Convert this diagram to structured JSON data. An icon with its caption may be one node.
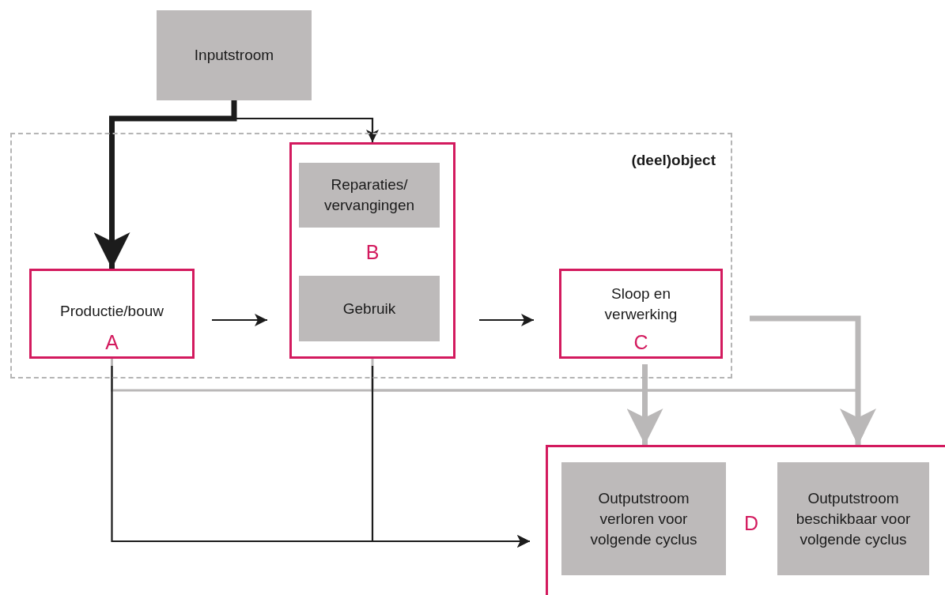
{
  "diagram": {
    "nodes": [
      {
        "text": [
          "Inputstroom"
        ]
      },
      {
        "text": [
          "(deel)object"
        ]
      },
      {
        "text": [
          "Productie/bouw",
          "A"
        ],
        "in": 1
      },
      {
        "text": [
          "B"
        ],
        "in": 1
      },
      {
        "text": [
          "Reparaties/ vervangingen"
        ],
        "in": 3
      },
      {
        "text": [
          "Gebruik"
        ],
        "in": 3
      },
      {
        "text": [
          "Sloop en verwerking",
          "C"
        ],
        "in": 1
      },
      {
        "text": [
          "D"
        ]
      },
      {
        "text": [
          "Outputstroom verloren voor volgende cyclus"
        ],
        "in": 7
      },
      {
        "text": [
          "Outputstroom beschikbaar voor volgende cyclus"
        ],
        "in": 7
      }
    ],
    "edges": [
      {
        "from": 0,
        "to": 2,
        "arrow": "to",
        "style": "thick"
      },
      {
        "from": 0,
        "to": 3,
        "arrow": "to"
      },
      {
        "from": 2,
        "to": 3,
        "arrow": "to"
      },
      {
        "from": 3,
        "to": 6,
        "arrow": "to"
      },
      {
        "from": 6,
        "to": 7,
        "arrow": "to",
        "style": "thick",
        "color": "#bab8b8"
      },
      {
        "from": 6,
        "to": 7,
        "arrow": "to",
        "style": "thick",
        "color": "#bab8b8"
      },
      {
        "from": 2,
        "to": 7,
        "arrow": "to"
      },
      {
        "from": 3,
        "to": 7,
        "arrow": "to"
      },
      {
        "from": 2,
        "to": 7,
        "arrow": "to",
        "color": "#bab8b8"
      },
      {
        "from": 3,
        "to": 7,
        "arrow": "to",
        "color": "#bab8b8"
      }
    ]
  }
}
